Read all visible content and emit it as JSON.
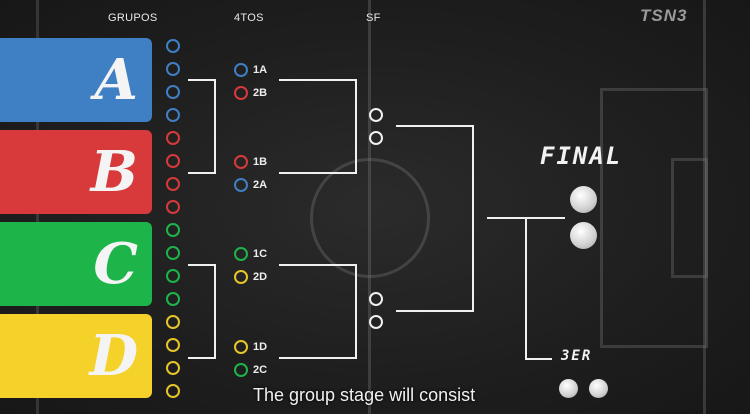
{
  "headers": {
    "groups": "GRUPOS",
    "quarters": "4TOS",
    "semis": "SF"
  },
  "groups": [
    {
      "letter": "A",
      "color": "#3f7fc4"
    },
    {
      "letter": "B",
      "color": "#d8393a"
    },
    {
      "letter": "C",
      "color": "#1db44a"
    },
    {
      "letter": "D",
      "color": "#f4d22a"
    }
  ],
  "group_circle_colors": [
    "#3f7fc4",
    "#d8393a",
    "#1db44a",
    "#e6c52a"
  ],
  "quarters": [
    {
      "label": "1A",
      "color": "#3f7fc4"
    },
    {
      "label": "2B",
      "color": "#d8393a"
    },
    {
      "label": "1B",
      "color": "#d8393a"
    },
    {
      "label": "2A",
      "color": "#3f7fc4"
    },
    {
      "label": "1C",
      "color": "#1db44a"
    },
    {
      "label": "2D",
      "color": "#e6c52a"
    },
    {
      "label": "1D",
      "color": "#e6c52a"
    },
    {
      "label": "2C",
      "color": "#1db44a"
    }
  ],
  "final_label": "FINAL",
  "third_label": "3ER",
  "logo": "TSN3",
  "subtitle": "The group stage will consist"
}
